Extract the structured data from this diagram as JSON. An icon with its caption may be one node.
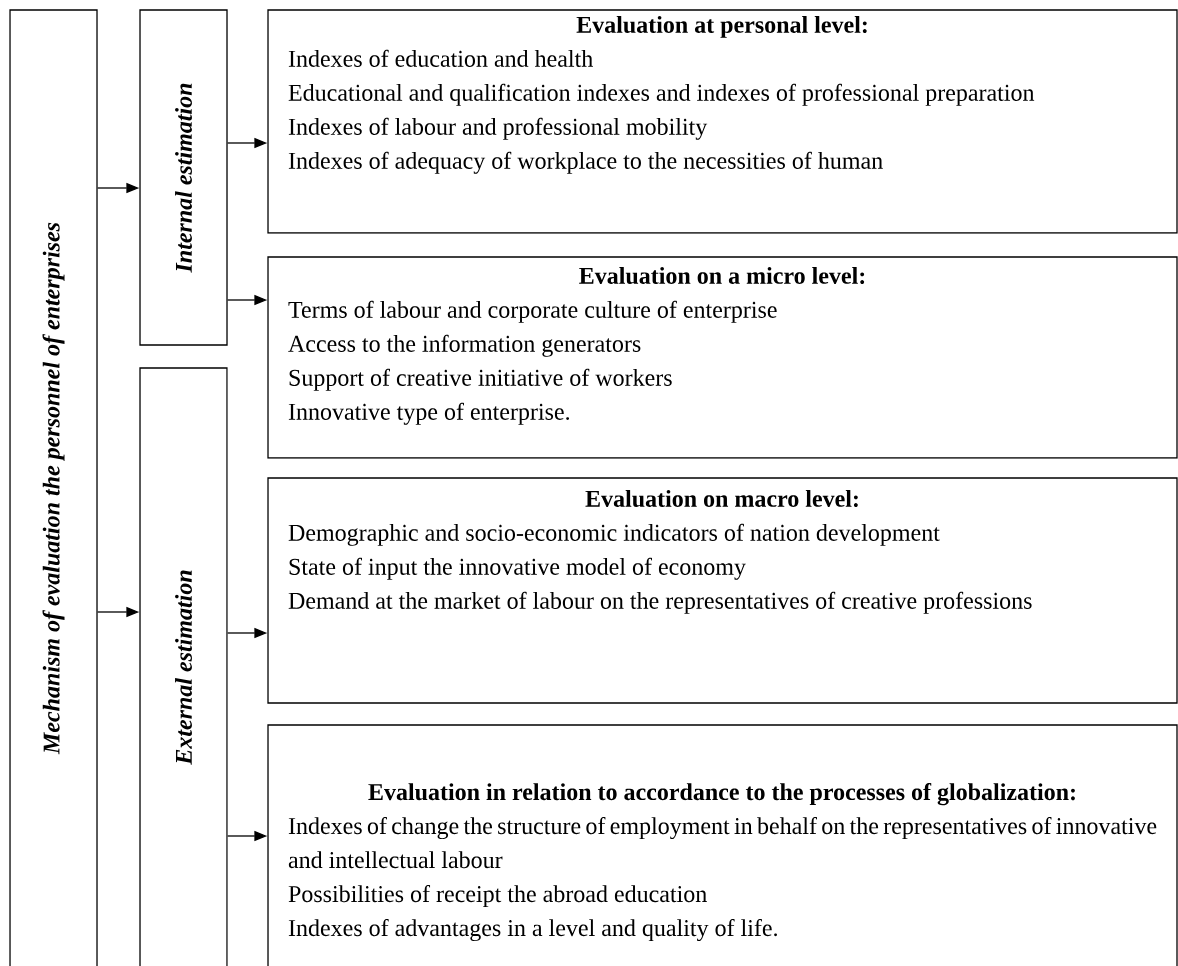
{
  "diagram": {
    "nodes": [
      {
        "text": [
          "Mechanism of evaluation  the personnel of enterprises"
        ]
      },
      {
        "text": [
          "Internal estimation"
        ]
      },
      {
        "text": [
          "External estimation"
        ]
      },
      {
        "text": [
          "Evaluation at personal level:",
          "Indexes of education and health",
          "Educational and qualification indexes and indexes of professional preparation",
          "Indexes of labour and professional mobility",
          "Indexes of adequacy of workplace to the necessities of human"
        ]
      },
      {
        "text": [
          "Evaluation on a micro level:",
          "Terms of labour and corporate culture of enterprise",
          "Access to the information generators",
          "Support of creative initiative of workers",
          "Innovative type of enterprise."
        ]
      },
      {
        "text": [
          "Evaluation on macro level:",
          "Demographic and socio-economic indicators of nation development",
          "State of input the innovative model of economy",
          "Demand at the market of labour on the representatives of creative professions"
        ]
      },
      {
        "text": [
          "Evaluation in relation to accordance to the processes of globalization:",
          "Indexes of change the structure of employment in behalf on the representatives of innovative and intellectual labour",
          "Possibilities of receipt the abroad education",
          "Indexes of advantages in a level and quality of life."
        ]
      }
    ],
    "edges": [
      {
        "from": 0,
        "to": 1,
        "arrow": "to"
      },
      {
        "from": 0,
        "to": 2,
        "arrow": "to"
      },
      {
        "from": 1,
        "to": 3,
        "arrow": "to"
      },
      {
        "from": 1,
        "to": 4,
        "arrow": "to"
      },
      {
        "from": 2,
        "to": 5,
        "arrow": "to"
      },
      {
        "from": 2,
        "to": 6,
        "arrow": "to"
      }
    ]
  }
}
